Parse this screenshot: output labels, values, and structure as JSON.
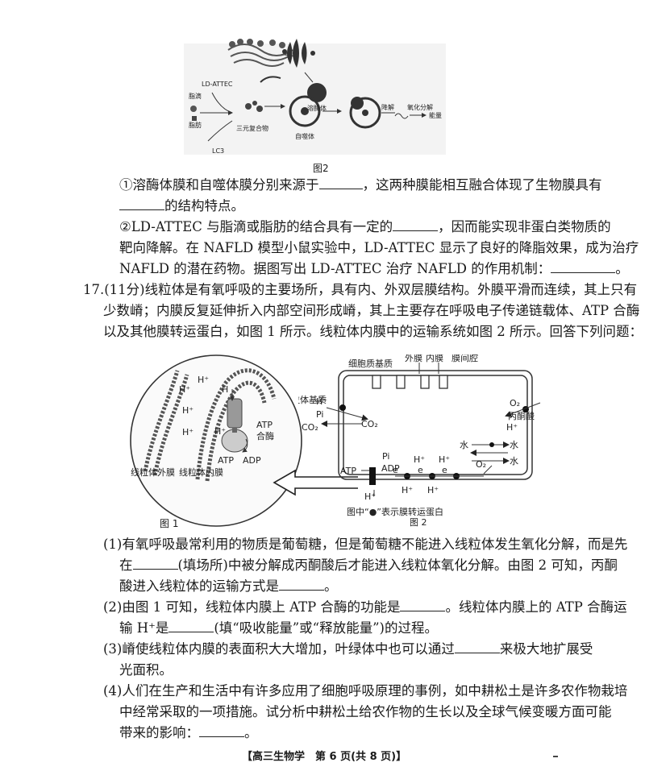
{
  "fig2_top": {
    "caption": "图2",
    "labels": {
      "ld_attec": "LD-ATTEC",
      "lipid_droplet": "脂滴",
      "fat": "脂肪",
      "lc3": "LC3",
      "ternary": "三元复合物",
      "autophagosome": "自噬体",
      "lysosome": "溶酶体",
      "degrade": "降解",
      "oxidation": "氧化分解",
      "energy": "能量"
    }
  },
  "q_part1": {
    "line1a": "①溶酶体膜和自噬体膜分别来源于",
    "line1b": "，这两种膜能相互融合体现了生物膜具有",
    "line2b": "的结构特点。"
  },
  "q_part2": {
    "line1a": "②LD-ATTEC 与脂滴或脂肪的结合具有一定的",
    "line1b": "，因而能实现非蛋白类物质的",
    "line2": "靶向降解。在 NAFLD 模型小鼠实验中，LD-ATTEC 显示了良好的降脂效果，成为治疗",
    "line3a": "NAFLD 的潜在药物。据图写出 LD-ATTEC 治疗 NAFLD 的作用机制：",
    "line3b": "。"
  },
  "q17": {
    "line1": "17.(11分)线粒体是有氧呼吸的主要场所，具有内、外双层膜结构。外膜平滑而连续，其上只有",
    "line2": "少数嵴；内膜反复延伸折入内部空间形成嵴，其上主要存在呼吸电子传递链载体、ATP 合酶",
    "line3": "以及其他膜转运蛋白，如图 1 所示。线粒体内膜中的运输系统如图 2 所示。回答下列问题："
  },
  "fig1": {
    "caption": "图 1",
    "labels": {
      "h1": "H⁺",
      "h2": "H⁺",
      "h3": "H",
      "h4": "H⁺",
      "h5": "H⁺",
      "h6": "H⁺",
      "atp_synthase_1": "ATP",
      "atp_synthase_2": "合酶",
      "atp": "ATP",
      "adp": "ADP",
      "outer": "线粒体外膜",
      "inner": "线粒体内膜"
    }
  },
  "fig2": {
    "caption": "图 2",
    "note": "图中“●”表示膜转运蛋白",
    "labels": {
      "cytosol": "细胞质基质",
      "outer": "外膜",
      "inner": "内膜",
      "ims": "膜间腔",
      "matrix": "线粒体基质",
      "h_a": "H⁺",
      "pi_a": "Pi",
      "co2_a": "CO₂",
      "co2_b": "CO₂",
      "o2_a": "O₂",
      "pyruvate": "丙酮酸",
      "h_b": "H⁺",
      "water1": "水",
      "water2": "水",
      "water3": "水",
      "pi_b": "Pi",
      "atp": "ATP",
      "adp": "ADP",
      "h_c": "H⁺",
      "e1": "e",
      "e2": "e",
      "e3": "e",
      "h_d": "H⁺",
      "o2_b": "O₂",
      "h_e": "H⁺",
      "h_f": "H⁺",
      "h_g": "H⁺"
    }
  },
  "sub1": {
    "line1": "(1)有氧呼吸最常利用的物质是葡萄糖，但是葡萄糖不能进入线粒体发生氧化分解，而是先",
    "line2a": "在",
    "line2b": "(填场所)中被分解成丙酮酸后才能进入线粒体氧化分解。由图 2 可知，丙酮",
    "line3a": "酸进入线粒体的运输方式是",
    "line3b": "。"
  },
  "sub2": {
    "line1a": "(2)由图 1 可知，线粒体内膜上 ATP 合酶的功能是",
    "line1b": "。线粒体内膜上的 ATP 合酶运",
    "line2a": "输 H⁺是",
    "line2b": "(填“吸收能量”或“释放能量”)的过程。"
  },
  "sub3": {
    "line1a": "(3)嵴使线粒体内膜的表面积大大增加，叶绿体中也可以通过",
    "line1b": "来极大地扩展受",
    "line2": "光面积。"
  },
  "sub4": {
    "line1": "(4)人们在生产和生活中有许多应用了细胞呼吸原理的事例，如中耕松土是许多农作物栽培",
    "line2": "中经常采取的一项措施。试分析中耕松土给农作物的生长以及全球气候变暖方面可能",
    "line3a": "带来的影响：",
    "line3b": "。"
  },
  "footer": {
    "text": "【高三生物学　第 6 页(共 8 页)】"
  }
}
